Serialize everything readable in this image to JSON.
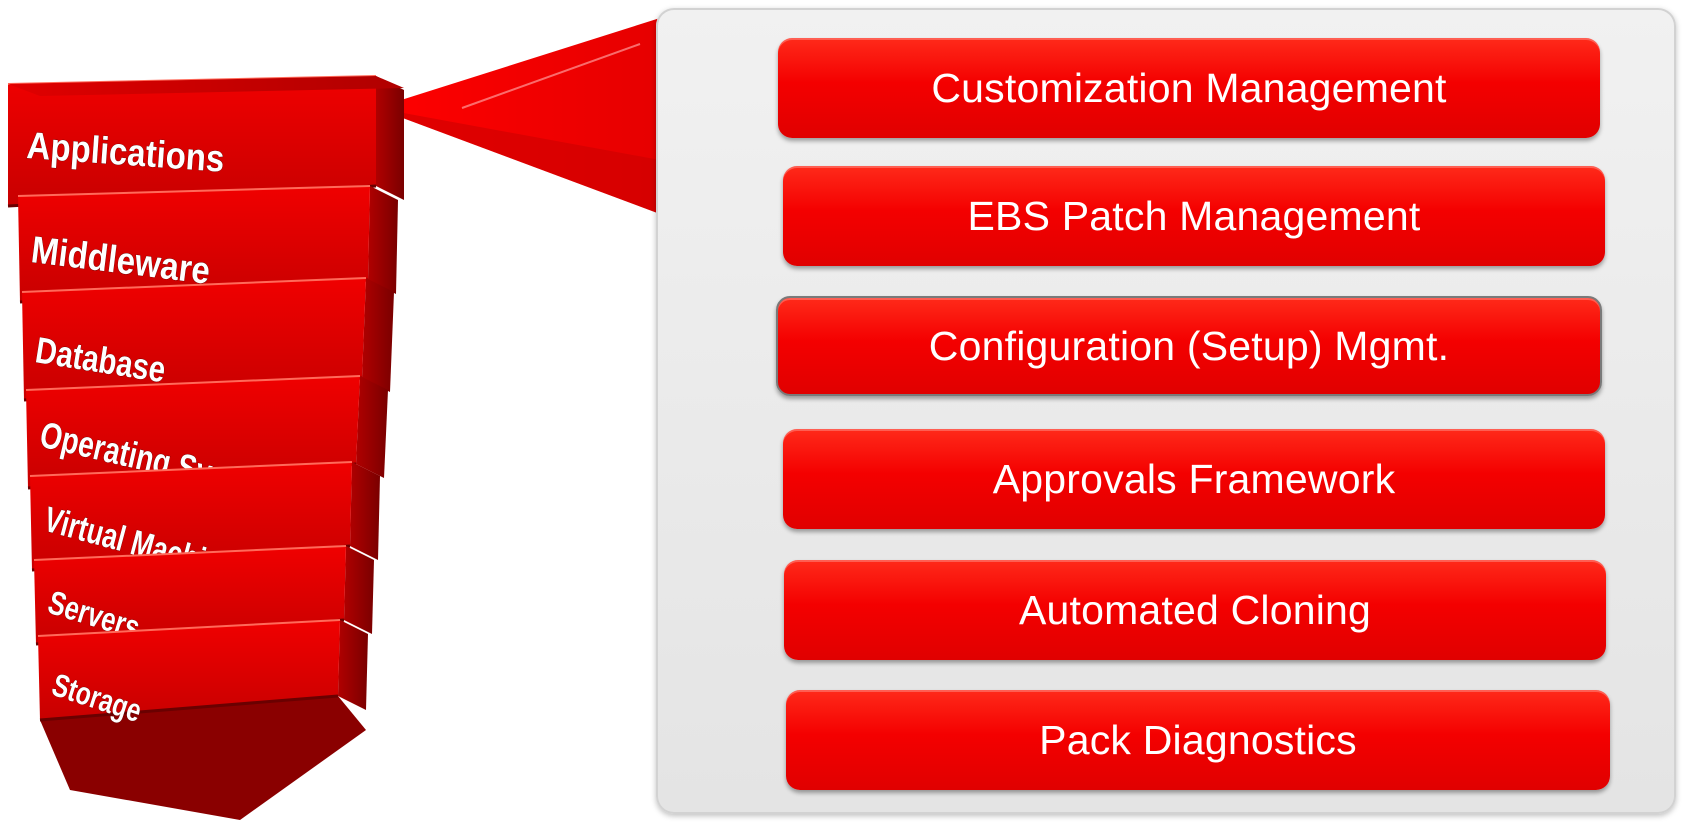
{
  "stack": {
    "layers": [
      "Applications",
      "Middleware",
      "Database",
      "Operating System",
      "Virtual Machine",
      "Servers",
      "Storage"
    ],
    "highlighted_layer": "Applications"
  },
  "features": [
    "Customization Management",
    "EBS Patch Management",
    "Configuration (Setup) Mgmt.",
    "Approvals Framework",
    "Automated Cloning",
    "Pack Diagnostics"
  ],
  "colors": {
    "accent": "#ff0000",
    "block_side": "#b40000",
    "panel": "#e8e8e8",
    "text": "#ffffff"
  }
}
